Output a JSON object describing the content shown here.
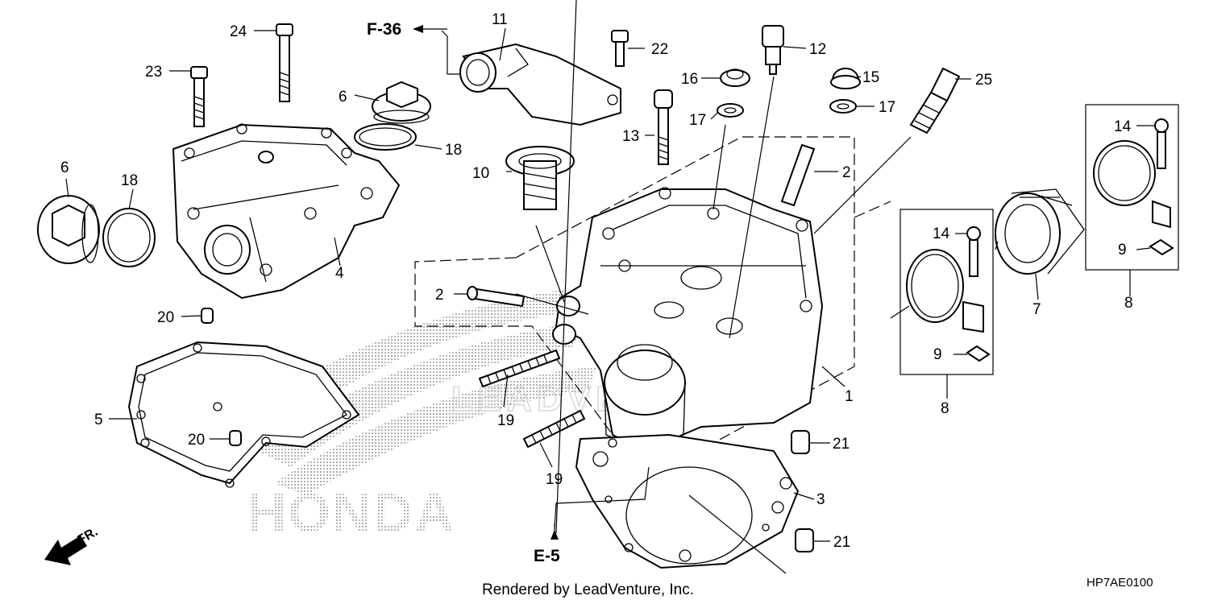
{
  "diagram": {
    "callouts": [
      {
        "id": "1",
        "label": "1"
      },
      {
        "id": "2a",
        "label": "2"
      },
      {
        "id": "2b",
        "label": "2"
      },
      {
        "id": "3",
        "label": "3"
      },
      {
        "id": "4",
        "label": "4"
      },
      {
        "id": "5",
        "label": "5"
      },
      {
        "id": "6a",
        "label": "6"
      },
      {
        "id": "6b",
        "label": "6"
      },
      {
        "id": "7",
        "label": "7"
      },
      {
        "id": "8a",
        "label": "8"
      },
      {
        "id": "8b",
        "label": "8"
      },
      {
        "id": "9a",
        "label": "9"
      },
      {
        "id": "9b",
        "label": "9"
      },
      {
        "id": "10",
        "label": "10"
      },
      {
        "id": "11",
        "label": "11"
      },
      {
        "id": "12",
        "label": "12"
      },
      {
        "id": "13",
        "label": "13"
      },
      {
        "id": "14a",
        "label": "14"
      },
      {
        "id": "14b",
        "label": "14"
      },
      {
        "id": "15",
        "label": "15"
      },
      {
        "id": "16",
        "label": "16"
      },
      {
        "id": "17a",
        "label": "17"
      },
      {
        "id": "17b",
        "label": "17"
      },
      {
        "id": "18a",
        "label": "18"
      },
      {
        "id": "18b",
        "label": "18"
      },
      {
        "id": "19a",
        "label": "19"
      },
      {
        "id": "19b",
        "label": "19"
      },
      {
        "id": "20a",
        "label": "20"
      },
      {
        "id": "20b",
        "label": "20"
      },
      {
        "id": "21a",
        "label": "21"
      },
      {
        "id": "21b",
        "label": "21"
      },
      {
        "id": "22",
        "label": "22"
      },
      {
        "id": "23",
        "label": "23"
      },
      {
        "id": "24",
        "label": "24"
      },
      {
        "id": "25",
        "label": "25"
      }
    ],
    "references": {
      "f36": "F-36",
      "e5": "E-5",
      "front": "FR."
    },
    "brand_logo_text": "HONDA",
    "watermark": "LEADVENTURE",
    "footer": {
      "rendered_by": "Rendered by LeadVenture, Inc.",
      "diagram_code": "HP7AE0100"
    }
  }
}
